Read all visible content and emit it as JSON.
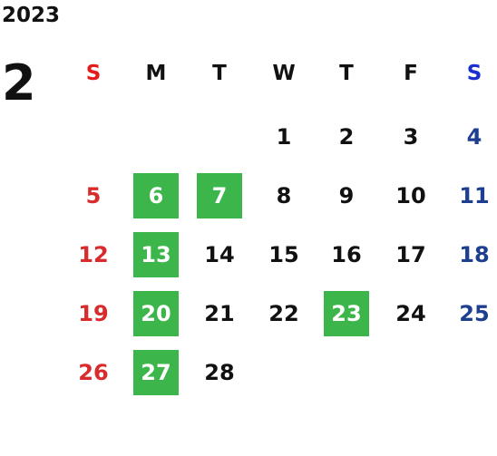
{
  "calendar": {
    "year": "2023",
    "month": "2",
    "weekdays": [
      "S",
      "M",
      "T",
      "W",
      "T",
      "F",
      "S"
    ],
    "colors": {
      "sunday": "#d92b2b",
      "sunday_header": "#e21b1b",
      "saturday": "#1e3f8f",
      "saturday_header": "#1a2fd0",
      "highlight_bg": "#3cb54a",
      "highlight_text": "#ffffff",
      "default_text": "#111111"
    },
    "first_weekday_index": 3,
    "days_in_month": 28,
    "highlighted_days": [
      6,
      7,
      13,
      20,
      23,
      27
    ]
  }
}
